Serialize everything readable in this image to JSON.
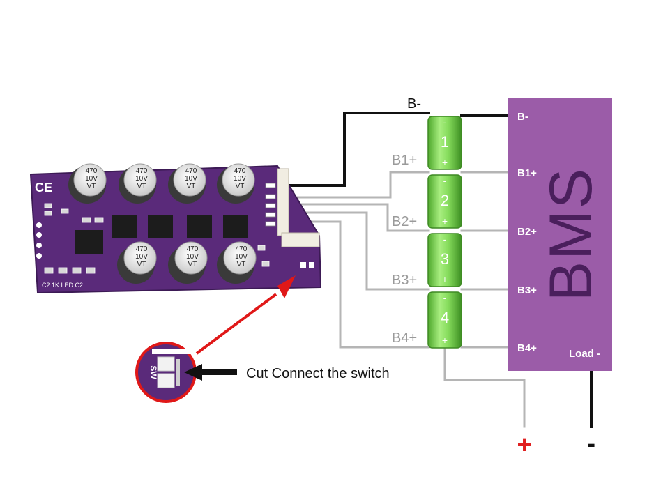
{
  "bms": {
    "title": "BMS",
    "terminals": [
      "B-",
      "B1+",
      "B2+",
      "B3+",
      "B4+"
    ],
    "load_label": "Load -",
    "color": "#9b5ca8"
  },
  "battery": {
    "cells": [
      "1",
      "2",
      "3",
      "4"
    ],
    "neg_sign": "-",
    "pos_sign": "+",
    "color": "#7fd25a"
  },
  "wire_labels": {
    "b_minus": "B-",
    "b1": "B1+",
    "b2": "B2+",
    "b3": "B3+",
    "b4": "B4+"
  },
  "output": {
    "plus": "+",
    "minus": "-"
  },
  "board": {
    "caps_top": [
      {
        "value": "470",
        "voltage": "10V",
        "series": "VT"
      },
      {
        "value": "470",
        "voltage": "10V",
        "series": "VT"
      },
      {
        "value": "470",
        "voltage": "10V",
        "series": "VT"
      },
      {
        "value": "470",
        "voltage": "10V",
        "series": "VT"
      }
    ],
    "caps_bottom": [
      {
        "value": "470",
        "voltage": "10V",
        "series": "VT"
      },
      {
        "value": "470",
        "voltage": "10V",
        "series": "VT"
      },
      {
        "value": "470",
        "voltage": "10V",
        "series": "VT"
      }
    ],
    "ce_mark": "CE",
    "silk_bottom": "C2  1K LED  C2",
    "connector_pins": [
      "B-",
      "B1+",
      "B2+",
      "B3+",
      "B4+"
    ],
    "color": "#5a2a7a"
  },
  "zoom": {
    "pad_label": "SW"
  },
  "annotation": "Cut Connect the switch"
}
